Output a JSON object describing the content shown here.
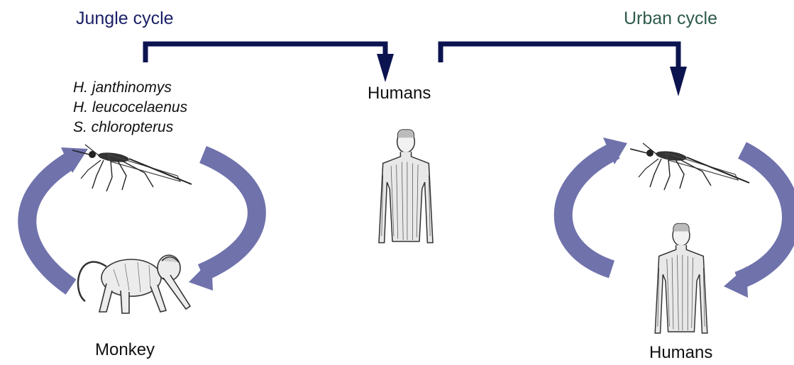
{
  "jungle": {
    "title": "Jungle cycle",
    "species": [
      "H. janthinomys",
      "H. leucocelaenus",
      "S. chloropterus"
    ],
    "host_label": "Monkey"
  },
  "center": {
    "label": "Humans"
  },
  "urban": {
    "title": "Urban cycle",
    "host_label": "Humans"
  },
  "colors": {
    "flow_arrow": "#0c1450",
    "cycle_arrow": "#7072ac",
    "jungle_title": "#1a1f66",
    "urban_title": "#2e5a4a"
  },
  "icons": [
    "mosquito-icon",
    "monkey-icon",
    "human-figure-icon"
  ]
}
